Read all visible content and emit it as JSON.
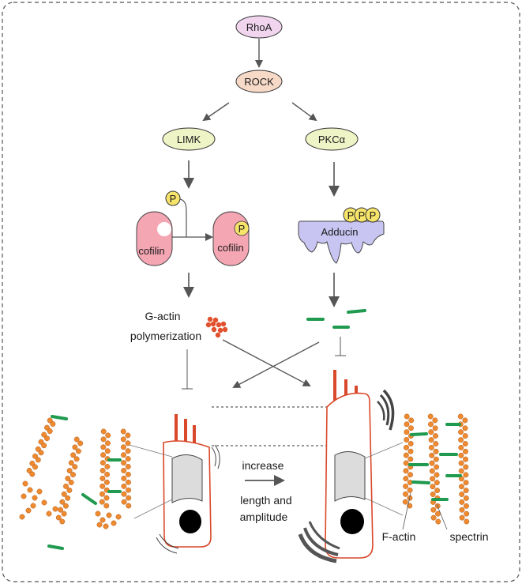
{
  "nodes": {
    "rhoa": "RhoA",
    "rock": "ROCK",
    "limk": "LIMK",
    "pkca": "PKCα",
    "adducin": "Adducin",
    "cofilin_left": "cofilin",
    "cofilin_right": "cofilin"
  },
  "phospho": {
    "label": "P"
  },
  "labels": {
    "g_actin_line1": "G-actin",
    "g_actin_line2": "polymerization",
    "increase_line1": "increase",
    "increase_line2": "length and",
    "increase_line3": "amplitude",
    "f_actin": "F-actin",
    "spectrin": "spectrin"
  },
  "colors": {
    "rhoa_fill": "#f1d5ef",
    "rock_fill": "#f7d9c7",
    "limk_fill": "#eff4c6",
    "pkca_fill": "#eff4c6",
    "adducin_fill": "#c9c5f2",
    "cofilin_fill": "#f4a6b3",
    "phospho_fill": "#f7e46a",
    "actin_bead": "#ee8a30",
    "spectrin_bar": "#1f9a4f",
    "g_actin_dots": "#e2502e",
    "hair_cell_outline": "#d9482a",
    "arrow": "#555555"
  }
}
